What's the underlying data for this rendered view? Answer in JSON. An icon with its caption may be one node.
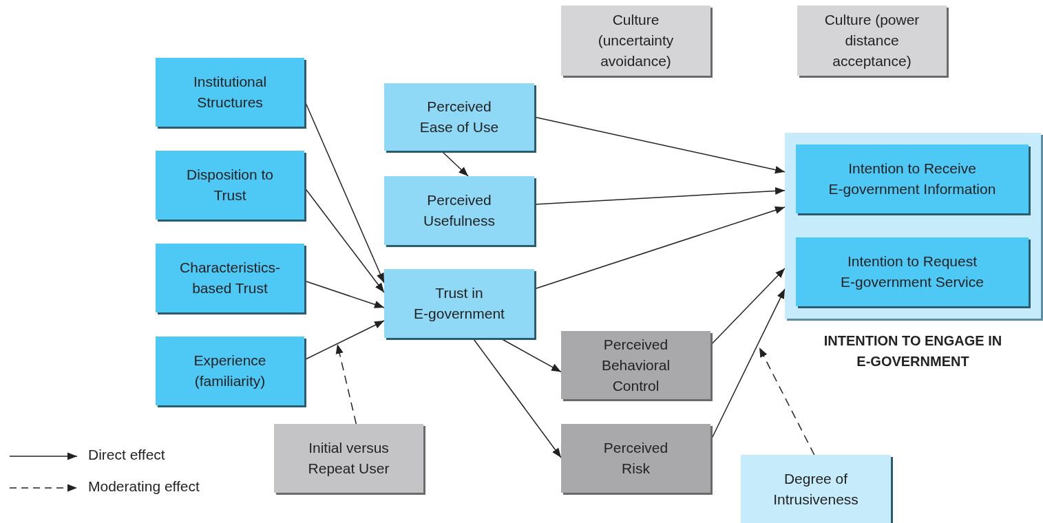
{
  "diagram": {
    "nodes": [
      {
        "text": [
          "Institutional Structures"
        ]
      },
      {
        "text": [
          "Disposition to Trust"
        ]
      },
      {
        "text": [
          "Characteristics-based Trust"
        ]
      },
      {
        "text": [
          "Experience (familiarity)"
        ]
      },
      {
        "text": [
          "Perceived Ease of Use"
        ]
      },
      {
        "text": [
          "Perceived Usefulness"
        ]
      },
      {
        "text": [
          "Trust in E-government"
        ]
      },
      {
        "text": [
          "Culture (uncertainty avoidance)"
        ]
      },
      {
        "text": [
          "Culture (power distance acceptance)"
        ]
      },
      {
        "text": [
          "INTENTION TO ENGAGE IN E-GOVERNMENT"
        ]
      },
      {
        "text": [
          "Intention to Receive E-government Information"
        ],
        "in": 9
      },
      {
        "text": [
          "Intention to Request E-government Service"
        ],
        "in": 9
      },
      {
        "text": [
          "Perceived Behavioral Control"
        ]
      },
      {
        "text": [
          "Perceived Risk"
        ]
      },
      {
        "text": [
          "Initial versus Repeat User"
        ]
      },
      {
        "text": [
          "Degree of Intrusiveness"
        ]
      }
    ],
    "edges": [
      {
        "from": 0,
        "to": 6,
        "arrow": "to"
      },
      {
        "from": 1,
        "to": 6,
        "arrow": "to"
      },
      {
        "from": 2,
        "to": 6,
        "arrow": "to"
      },
      {
        "from": 3,
        "to": 6,
        "arrow": "to"
      },
      {
        "from": 4,
        "to": 5,
        "arrow": "to"
      },
      {
        "from": 4,
        "to": 9,
        "arrow": "to"
      },
      {
        "from": 5,
        "to": 9,
        "arrow": "to"
      },
      {
        "from": 6,
        "to": 9,
        "arrow": "to"
      },
      {
        "from": 6,
        "to": 12,
        "arrow": "to"
      },
      {
        "from": 6,
        "to": 13,
        "arrow": "to"
      },
      {
        "from": 12,
        "to": 9,
        "arrow": "to"
      },
      {
        "from": 13,
        "to": 9,
        "arrow": "to"
      },
      {
        "from": 14,
        "to": null,
        "arrow": "to",
        "style": "dashed"
      },
      {
        "from": 15,
        "to": null,
        "arrow": "to",
        "style": "dashed"
      }
    ],
    "legend": [
      {
        "text": "Direct effect"
      },
      {
        "text": "Moderating effect"
      }
    ]
  }
}
